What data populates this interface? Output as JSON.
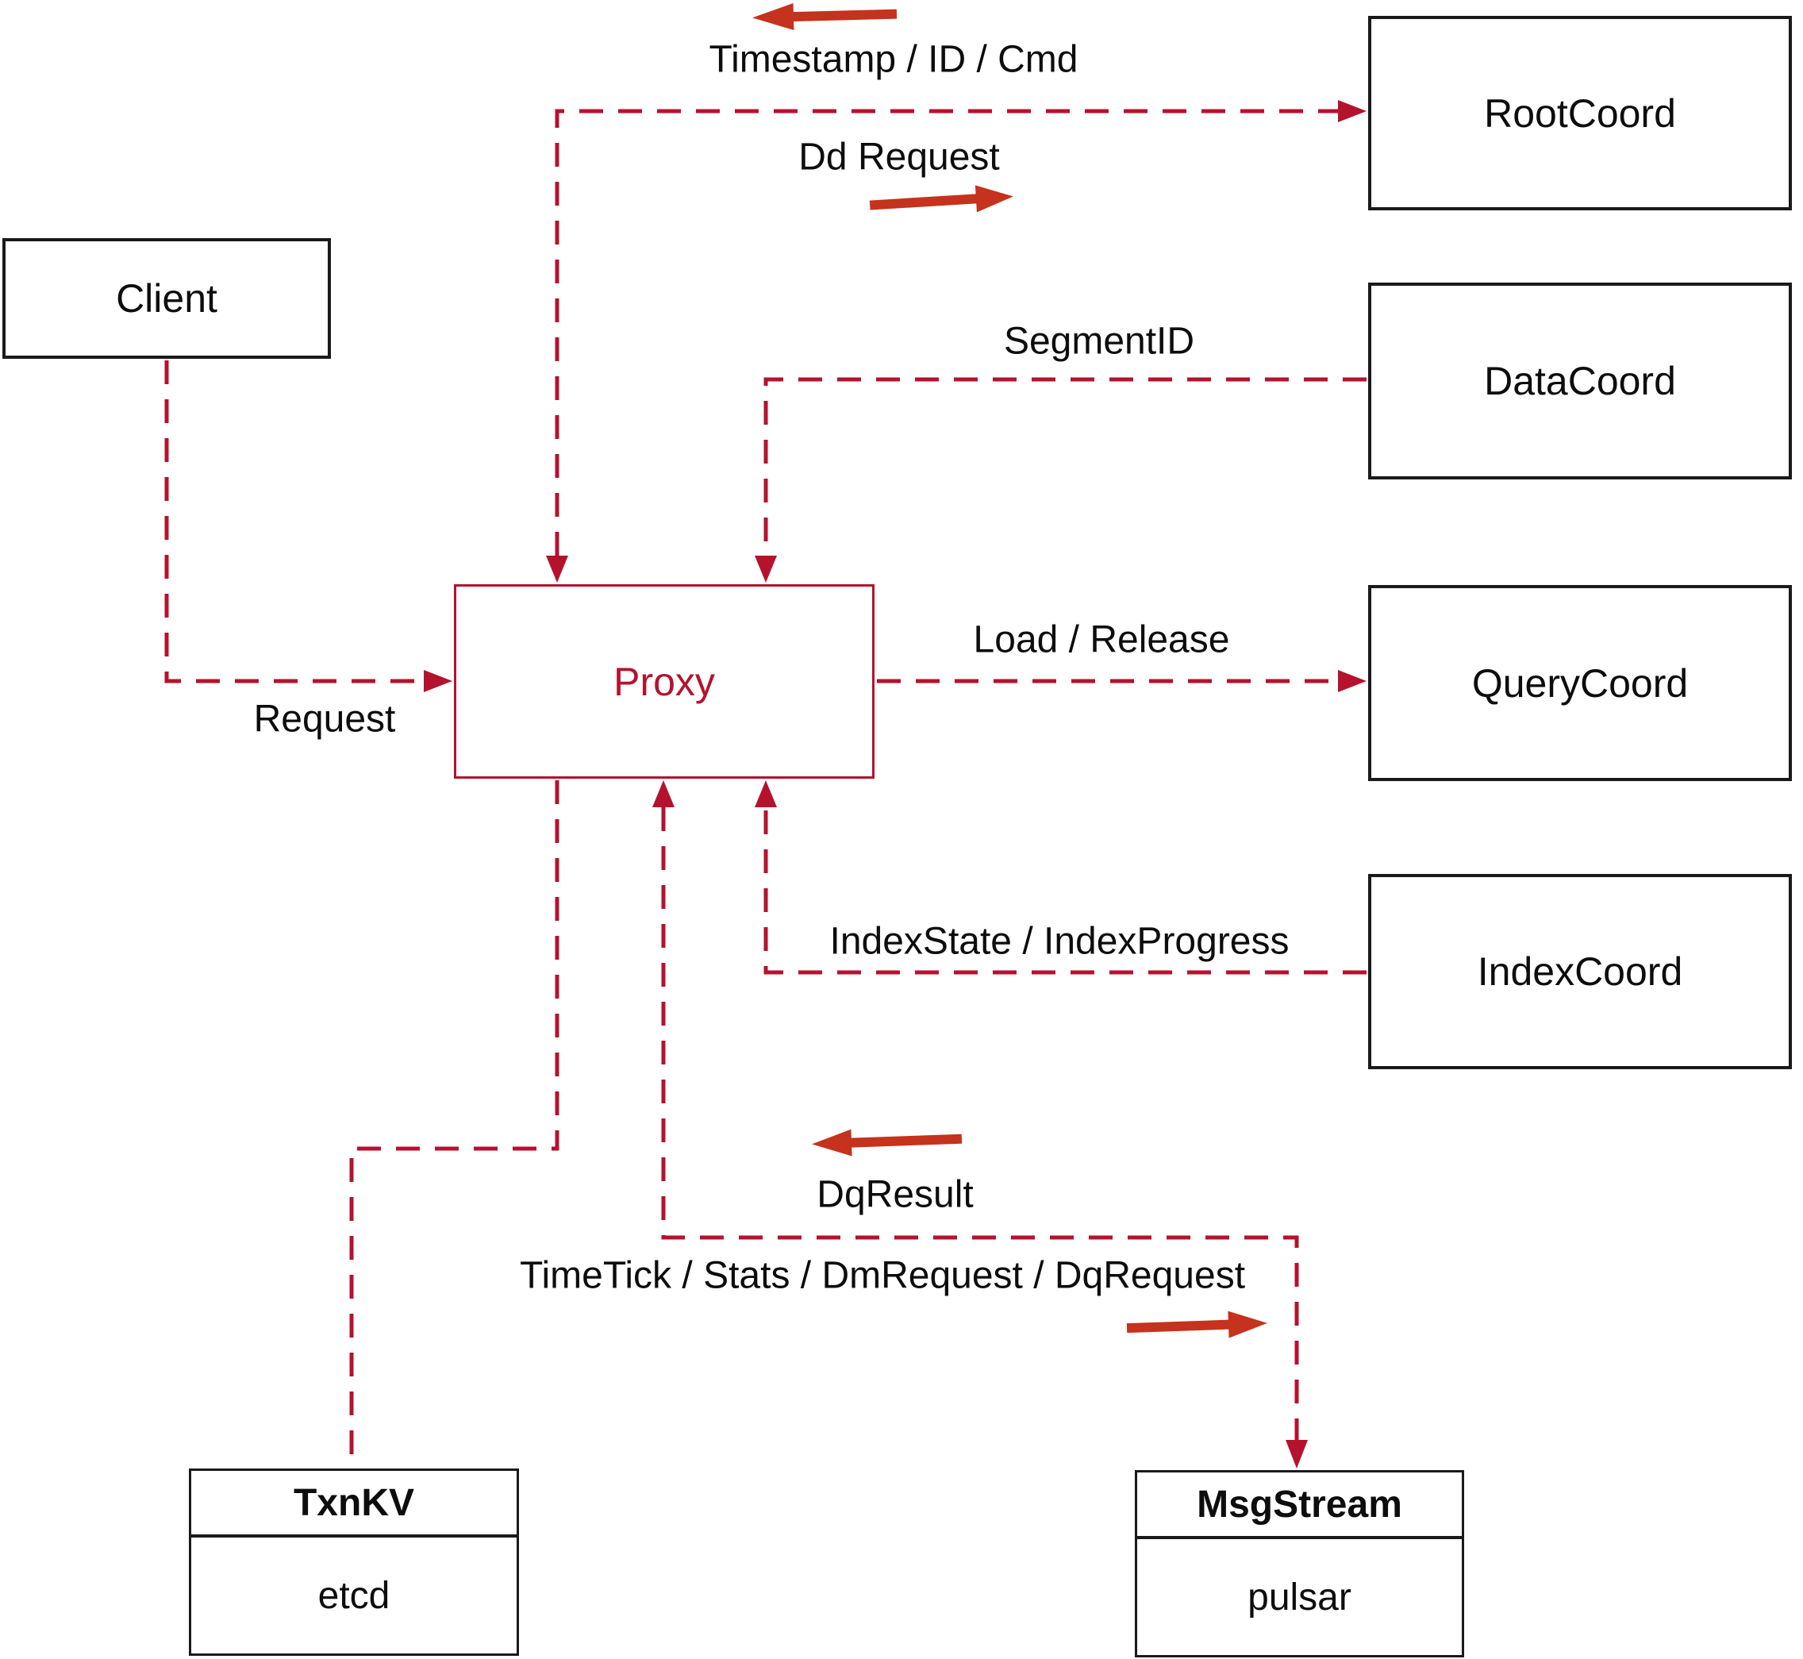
{
  "colors": {
    "dashed_line": "#b5122e",
    "solid_arrow": "#c5321d",
    "proxy_accent": "#b5122e",
    "node_border": "#1a1a1a",
    "text": "#0d0d0d",
    "background": "#ffffff"
  },
  "nodes": {
    "client": {
      "label": "Client"
    },
    "root_coord": {
      "label": "RootCoord"
    },
    "data_coord": {
      "label": "DataCoord"
    },
    "query_coord": {
      "label": "QueryCoord"
    },
    "index_coord": {
      "label": "IndexCoord"
    },
    "proxy": {
      "label": "Proxy"
    },
    "txn_kv": {
      "title": "TxnKV",
      "impl": "etcd"
    },
    "msg_stream": {
      "title": "MsgStream",
      "impl": "pulsar"
    }
  },
  "edge_labels": {
    "timestamp": "Timestamp / ID / Cmd",
    "dd_request": "Dd Request",
    "segment_id": "SegmentID",
    "load_release": "Load / Release",
    "index_state": "IndexState / IndexProgress",
    "request": "Request",
    "dq_result": "DqResult",
    "time_tick": "TimeTick / Stats / DmRequest / DqRequest"
  },
  "edges": [
    {
      "from": "Client",
      "to": "Proxy",
      "label_key": "request",
      "arrow": "into Proxy left"
    },
    {
      "from": "Proxy",
      "to": "RootCoord",
      "label_key": "dd_request",
      "arrow": "both ends (RootCoord right head, Proxy top head)"
    },
    {
      "from": "RootCoord",
      "to": "Proxy",
      "label_key": "timestamp",
      "arrow": "same bidirectional path"
    },
    {
      "from": "DataCoord",
      "to": "Proxy",
      "label_key": "segment_id",
      "arrow": "into Proxy top"
    },
    {
      "from": "Proxy",
      "to": "QueryCoord",
      "label_key": "load_release",
      "arrow": "into QueryCoord left"
    },
    {
      "from": "IndexCoord",
      "to": "Proxy",
      "label_key": "index_state",
      "arrow": "into Proxy bottom"
    },
    {
      "from": "Proxy",
      "to": "TxnKV",
      "label_key": null,
      "arrow": "none"
    },
    {
      "from": "Proxy",
      "to": "MsgStream",
      "label_key": "time_tick",
      "arrow": "both ends (MsgStream top head, Proxy bottom head)"
    },
    {
      "from": "MsgStream",
      "to": "Proxy",
      "label_key": "dq_result",
      "arrow": "same bidirectional path"
    }
  ]
}
